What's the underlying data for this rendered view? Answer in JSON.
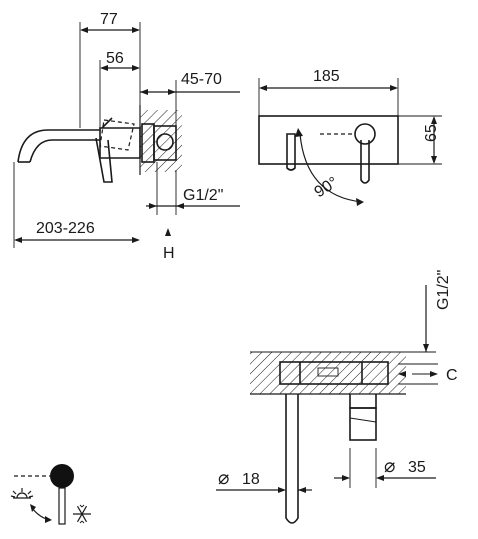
{
  "dimensions": {
    "d77": "77",
    "d56": "56",
    "d45_70": "45-70",
    "d185": "185",
    "d65": "65",
    "angle90": "90°",
    "thread_top": "G1/2\"",
    "reach": "203-226",
    "label_h": "H",
    "thread_side": "G1/2\"",
    "label_c": "C",
    "dia18": "18",
    "dia35": "35"
  },
  "symbols": {
    "diameter": "⌀",
    "hot": "sun-icon",
    "cold": "snowflake-icon"
  }
}
